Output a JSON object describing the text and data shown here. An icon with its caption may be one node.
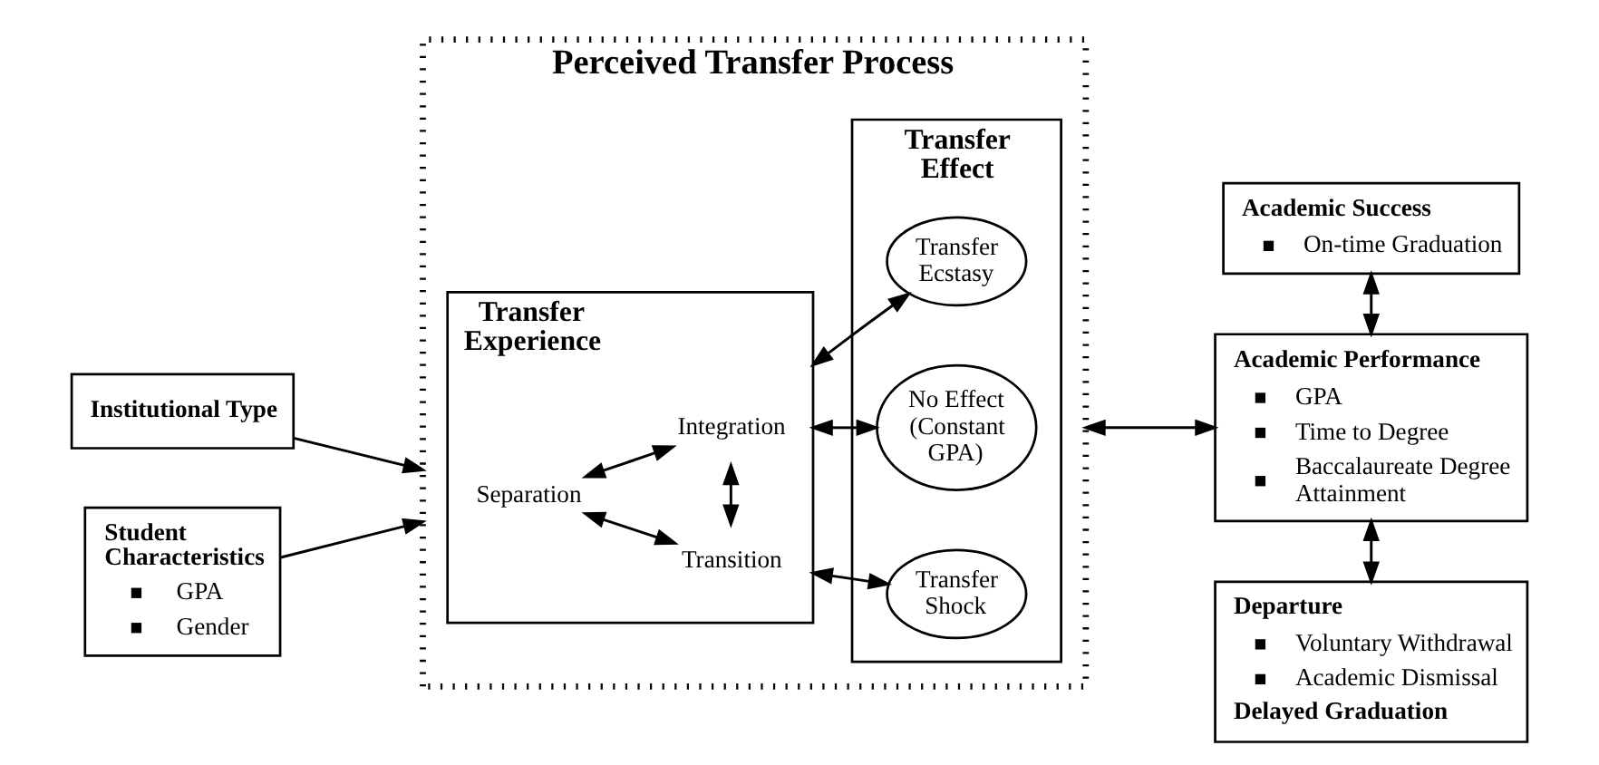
{
  "diagram": {
    "nodes": [
      {
        "text": [
          "Institutional Type"
        ]
      },
      {
        "text": [
          "Student Characteristics",
          "GPA",
          "Gender"
        ]
      },
      {
        "text": [
          "Perceived Transfer Process"
        ]
      },
      {
        "text": [
          "Transfer Experience"
        ],
        "in": 2
      },
      {
        "text": [
          "Integration"
        ],
        "in": 3
      },
      {
        "text": [
          "Separation"
        ],
        "in": 3
      },
      {
        "text": [
          "Transition"
        ],
        "in": 3
      },
      {
        "text": [
          "Transfer Effect"
        ],
        "in": 2
      },
      {
        "text": [
          "Transfer Ecstasy"
        ],
        "in": 7
      },
      {
        "text": [
          "No Effect (Constant GPA)"
        ],
        "in": 7
      },
      {
        "text": [
          "Transfer Shock"
        ],
        "in": 7
      },
      {
        "text": [
          "Academic Success",
          "On-time Graduation"
        ]
      },
      {
        "text": [
          "Academic Performance",
          "GPA",
          "Time to Degree",
          "Baccalaureate Degree Attainment"
        ]
      },
      {
        "text": [
          "Departure",
          "Voluntary Withdrawal",
          "Academic Dismissal",
          "Delayed Graduation"
        ]
      }
    ],
    "edges": [
      {
        "from": 0,
        "to": 2,
        "arrow": "to"
      },
      {
        "from": 1,
        "to": 2,
        "arrow": "to"
      },
      {
        "from": 5,
        "to": 6,
        "arrow": "both"
      },
      {
        "from": 5,
        "to": 4,
        "arrow": "both"
      },
      {
        "from": 6,
        "to": 4,
        "arrow": "both"
      },
      {
        "from": 3,
        "to": 10,
        "arrow": "both"
      },
      {
        "from": 3,
        "to": 9,
        "arrow": "both"
      },
      {
        "from": 3,
        "to": 8,
        "arrow": "both"
      },
      {
        "from": 2,
        "to": 12,
        "arrow": "both"
      },
      {
        "from": 11,
        "to": 12,
        "arrow": "both"
      },
      {
        "from": 12,
        "to": 13,
        "arrow": "both"
      }
    ]
  }
}
